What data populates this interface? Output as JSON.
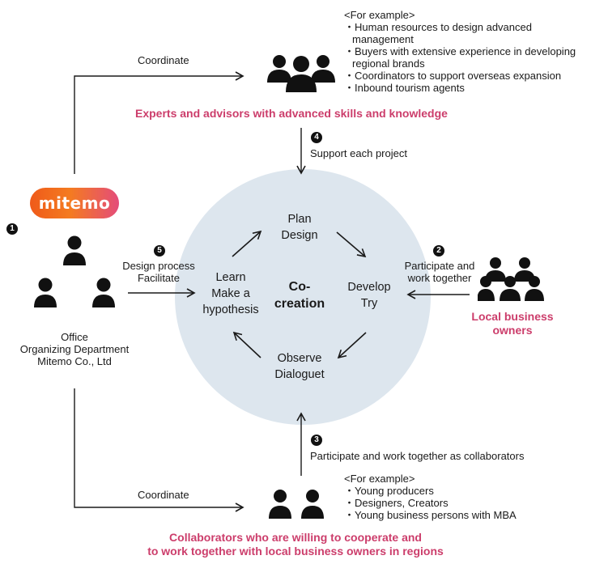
{
  "experts": {
    "example_header": "<For example>",
    "items": [
      "・Human resources to design advanced",
      "management",
      "・Buyers with extensive experience in developing",
      "regional brands",
      "・Coordinators to support overseas expansion",
      "・Inbound tourism agents"
    ],
    "title": "Experts and advisors with advanced skills and knowledge"
  },
  "coordinate_top": "Coordinate",
  "coordinate_bottom": "Coordinate",
  "step4": {
    "num": "4",
    "label": "Support each project"
  },
  "step1": {
    "num": "1"
  },
  "step2": {
    "num": "2",
    "label_line1": "Participate and",
    "label_line2": "work together"
  },
  "step3": {
    "num": "3",
    "label": "Participate and work together as collaborators"
  },
  "step5": {
    "num": "5",
    "label_line1": "Design process",
    "label_line2": "Facilitate"
  },
  "logo": {
    "text": "mitemo"
  },
  "office": {
    "line1": "Office",
    "line2": "Organizing Department",
    "line3": "Mitemo Co., Ltd"
  },
  "local_owners": {
    "line1": "Local business",
    "line2": "owners"
  },
  "cycle": {
    "center_line1": "Co-",
    "center_line2": "creation",
    "plan_line1": "Plan",
    "plan_line2": "Design",
    "develop_line1": "Develop",
    "develop_line2": "Try",
    "observe_line1": "Observe",
    "observe_line2": "Dialoguet",
    "learn_line1": "Learn",
    "learn_line2": "Make a",
    "learn_line3": "hypothesis"
  },
  "collaborators": {
    "example_header": "<For example>",
    "items": [
      "・Young producers",
      "・Designers, Creators",
      "・Young business persons with MBA"
    ],
    "title_line1": "Collaborators who are willing to cooperate and",
    "title_line2": "to work together with local business owners in regions"
  },
  "colors": {
    "accent": "#cc3d6b",
    "circle": "#dde6ee"
  },
  "icons": [
    "person-icon",
    "group-icon",
    "arrow-icon"
  ]
}
